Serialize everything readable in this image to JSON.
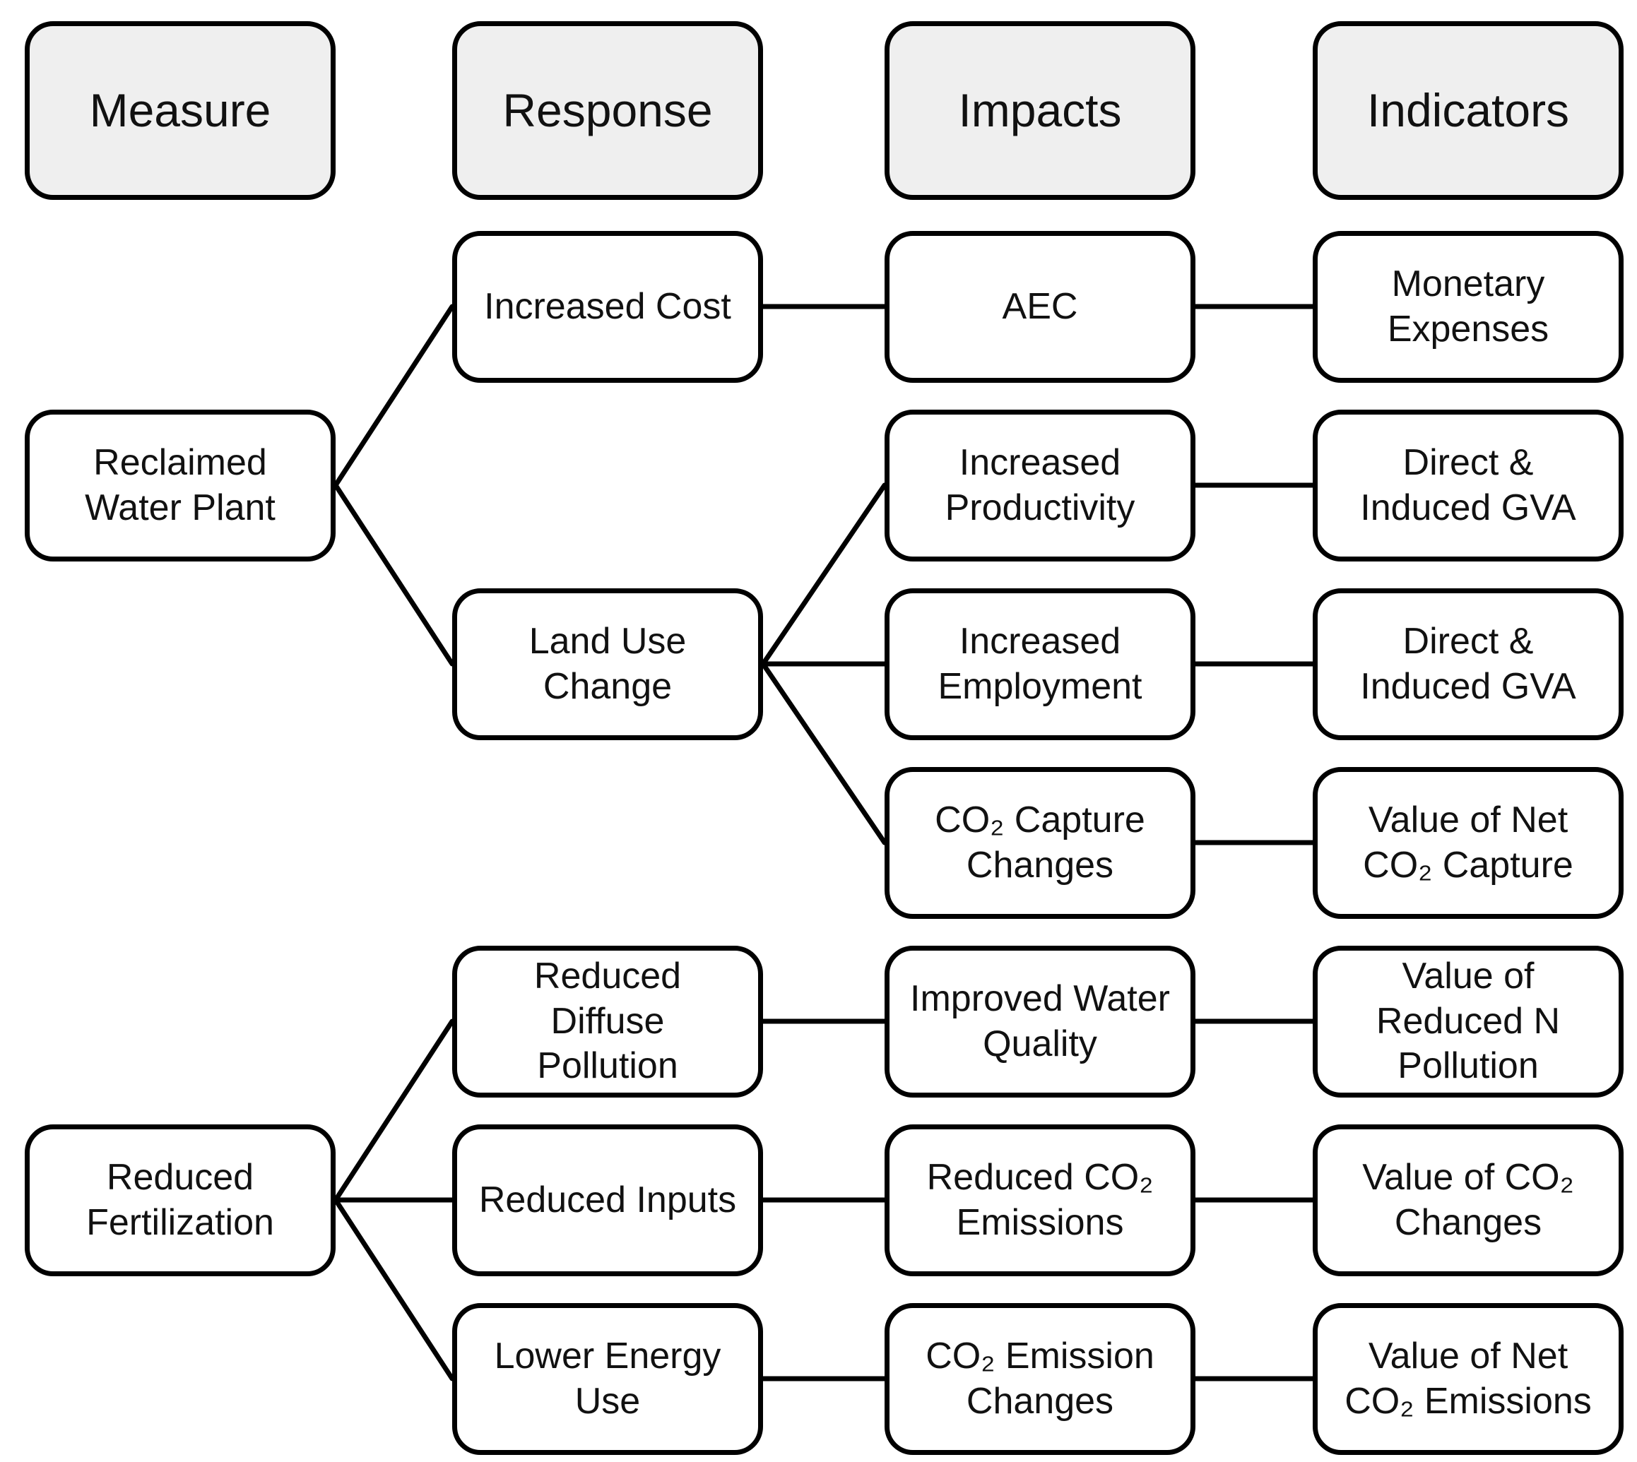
{
  "diagram": {
    "headers": {
      "measure": {
        "label": "Measure"
      },
      "response": {
        "label": "Response"
      },
      "impacts": {
        "label": "Impacts"
      },
      "indicators": {
        "label": "Indicators"
      }
    },
    "nodes": {
      "increased_cost": {
        "label": "Increased Cost",
        "column": "Response"
      },
      "aec": {
        "label": "AEC",
        "column": "Impacts"
      },
      "monetary_expenses": {
        "label": "Monetary\nExpenses",
        "column": "Indicators"
      },
      "reclaimed_water_plant": {
        "label": "Reclaimed\nWater Plant",
        "column": "Measure"
      },
      "increased_productivity": {
        "label": "Increased\nProductivity",
        "column": "Impacts"
      },
      "gva_productivity": {
        "label": "Direct &\nInduced GVA",
        "column": "Indicators"
      },
      "land_use_change": {
        "label": "Land Use\nChange",
        "column": "Response"
      },
      "increased_employment": {
        "label": "Increased\nEmployment",
        "column": "Impacts"
      },
      "gva_employment": {
        "label": "Direct &\nInduced GVA",
        "column": "Indicators"
      },
      "co2_capture_changes": {
        "label": "CO₂ Capture\nChanges",
        "column": "Impacts"
      },
      "value_net_co2_capture": {
        "label": "Value of Net\nCO₂ Capture",
        "column": "Indicators"
      },
      "reduced_diffuse_pollution": {
        "label": "Reduced\nDiffuse\nPollution",
        "column": "Response"
      },
      "improved_water_quality": {
        "label": "Improved Water\nQuality",
        "column": "Impacts"
      },
      "value_reduced_n_pollution": {
        "label": "Value of\nReduced N\nPollution",
        "column": "Indicators"
      },
      "reduced_fertilization": {
        "label": "Reduced\nFertilization",
        "column": "Measure"
      },
      "reduced_inputs": {
        "label": "Reduced Inputs",
        "column": "Response"
      },
      "reduced_co2_emissions": {
        "label": "Reduced CO₂\nEmissions",
        "column": "Impacts"
      },
      "value_co2_changes": {
        "label": "Value of CO₂\nChanges",
        "column": "Indicators"
      },
      "lower_energy_use": {
        "label": "Lower Energy\nUse",
        "column": "Response"
      },
      "co2_emission_changes": {
        "label": "CO₂ Emission\nChanges",
        "column": "Impacts"
      },
      "value_net_co2_emissions": {
        "label": "Value of Net\nCO₂ Emissions",
        "column": "Indicators"
      }
    },
    "edges": [
      {
        "from": "reclaimed_water_plant",
        "to": "increased_cost"
      },
      {
        "from": "reclaimed_water_plant",
        "to": "land_use_change"
      },
      {
        "from": "increased_cost",
        "to": "aec"
      },
      {
        "from": "aec",
        "to": "monetary_expenses"
      },
      {
        "from": "land_use_change",
        "to": "increased_productivity"
      },
      {
        "from": "land_use_change",
        "to": "increased_employment"
      },
      {
        "from": "land_use_change",
        "to": "co2_capture_changes"
      },
      {
        "from": "increased_productivity",
        "to": "gva_productivity"
      },
      {
        "from": "increased_employment",
        "to": "gva_employment"
      },
      {
        "from": "co2_capture_changes",
        "to": "value_net_co2_capture"
      },
      {
        "from": "reduced_fertilization",
        "to": "reduced_diffuse_pollution"
      },
      {
        "from": "reduced_fertilization",
        "to": "reduced_inputs"
      },
      {
        "from": "reduced_fertilization",
        "to": "lower_energy_use"
      },
      {
        "from": "reduced_diffuse_pollution",
        "to": "improved_water_quality"
      },
      {
        "from": "reduced_inputs",
        "to": "reduced_co2_emissions"
      },
      {
        "from": "lower_energy_use",
        "to": "co2_emission_changes"
      },
      {
        "from": "improved_water_quality",
        "to": "value_reduced_n_pollution"
      },
      {
        "from": "reduced_co2_emissions",
        "to": "value_co2_changes"
      },
      {
        "from": "co2_emission_changes",
        "to": "value_net_co2_emissions"
      }
    ],
    "colors": {
      "header_fill": "#efefef",
      "box_fill": "#ffffff",
      "stroke": "#000000"
    }
  }
}
